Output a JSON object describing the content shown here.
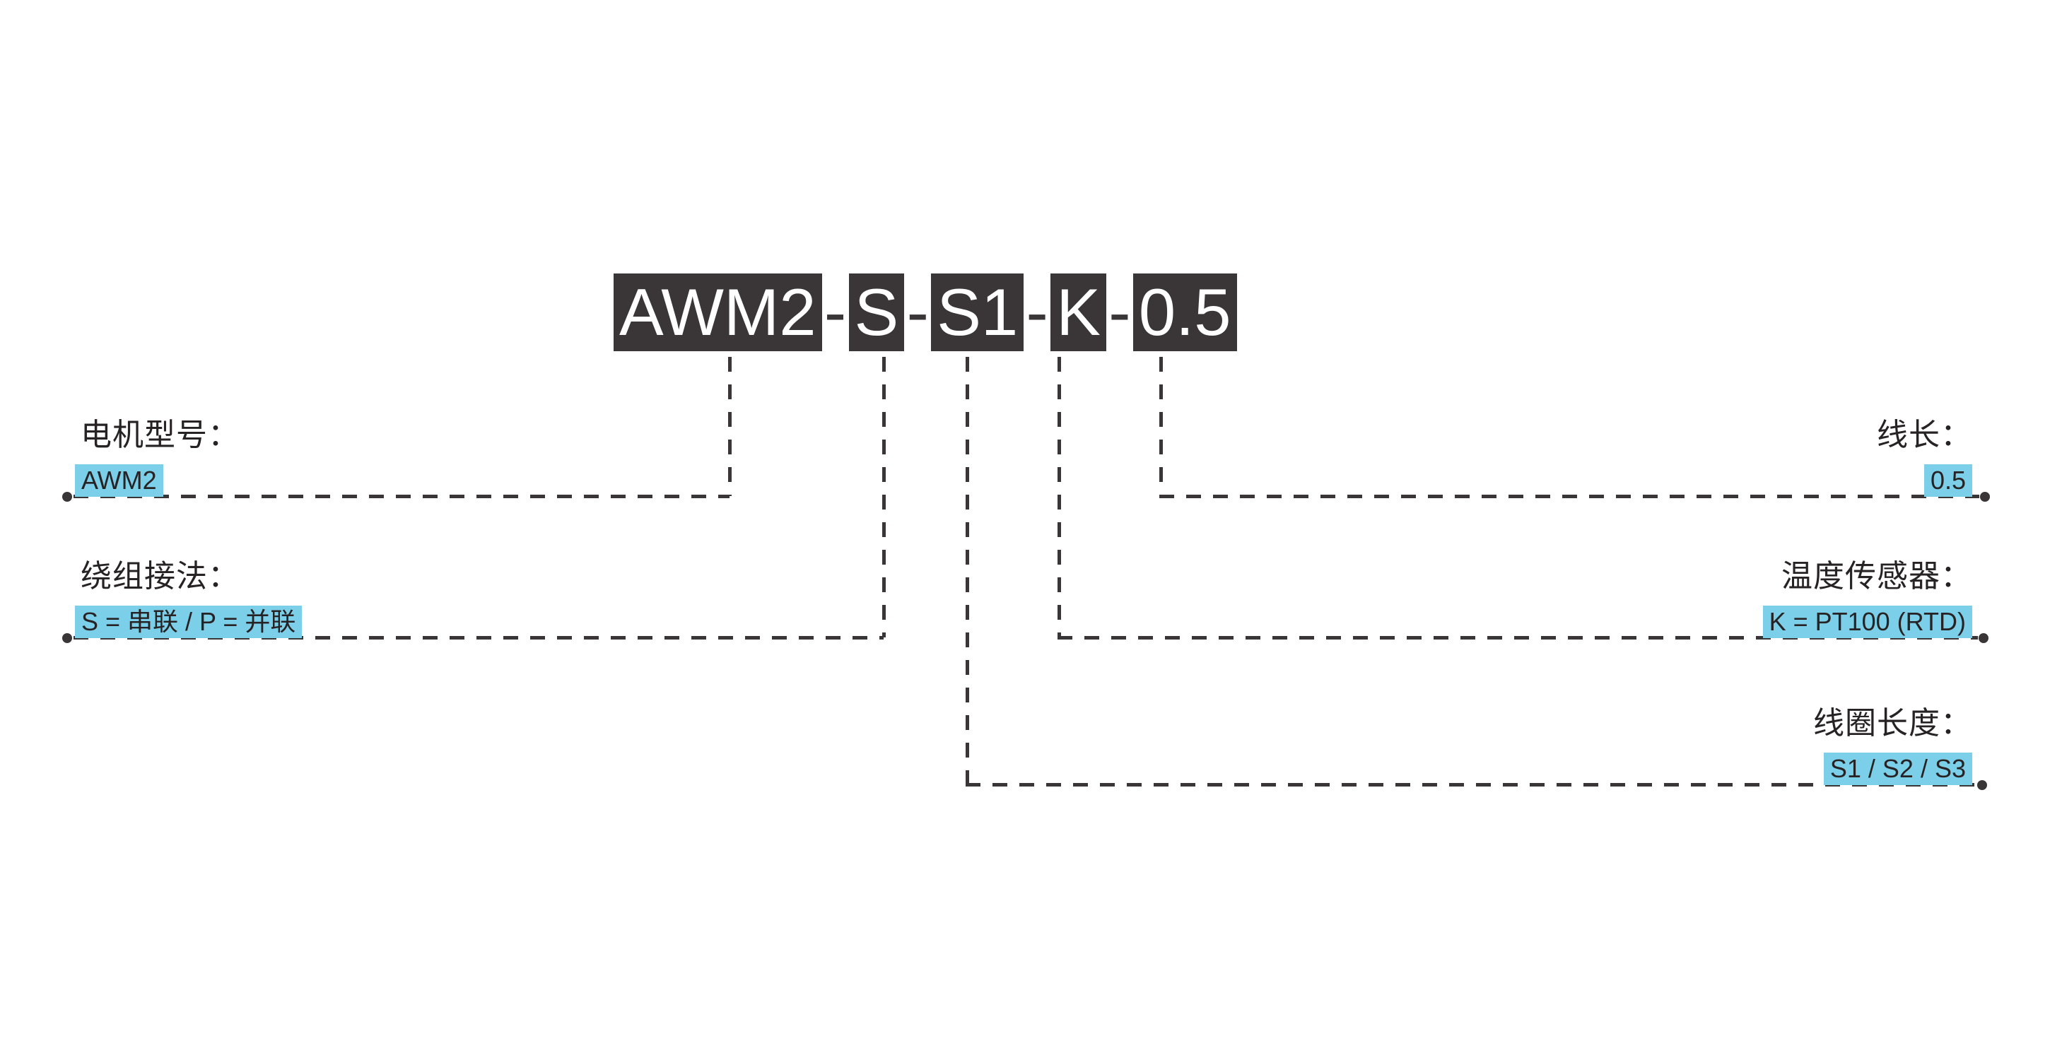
{
  "code": {
    "full_code": "AWM2-S-S1-K-0.5",
    "separator": "-",
    "segments": [
      {
        "id": "model",
        "text": "AWM2"
      },
      {
        "id": "winding",
        "text": "S"
      },
      {
        "id": "coil-length",
        "text": "S1"
      },
      {
        "id": "sensor",
        "text": "K"
      },
      {
        "id": "cable-length",
        "text": "0.5"
      }
    ]
  },
  "annotations": {
    "left": [
      {
        "title": "电机型号：",
        "value": "AWM2"
      },
      {
        "title": "绕组接法：",
        "value": "S = 串联 / P = 并联"
      }
    ],
    "right": [
      {
        "title": "线长：",
        "value": "0.5"
      },
      {
        "title": "温度传感器：",
        "value": "K = PT100 (RTD)"
      },
      {
        "title": "线圈长度：",
        "value": "S1 / S2 / S3"
      }
    ]
  },
  "colors": {
    "code_block_bg": "#3a3637",
    "code_block_text": "#ffffff",
    "highlight_bg": "#7ccfe8",
    "label_text": "#272324",
    "connector_line": "#3a3637",
    "background": "#ffffff"
  }
}
